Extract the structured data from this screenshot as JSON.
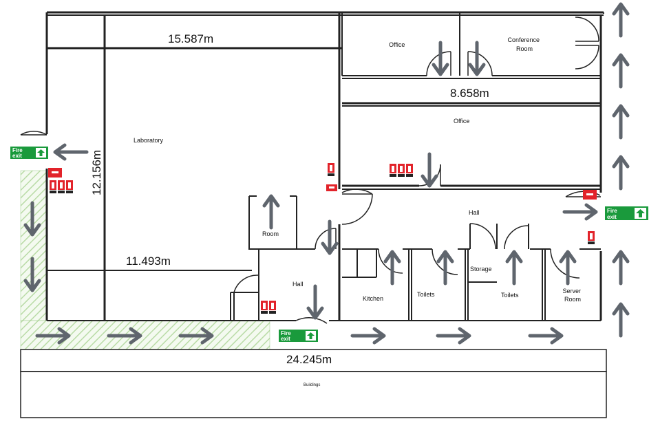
{
  "rooms": {
    "office_top": "Office",
    "conference": "Conference\nRoom",
    "office_mid": "Office",
    "laboratory": "Laboratory",
    "room": "Room",
    "hall_left": "Hall",
    "hall_right": "Hall",
    "kitchen": "Kitchen",
    "toilets_1": "Toilets",
    "storage": "Storage",
    "toilets_2": "Toilets",
    "server": "Server\nRoom",
    "buildings": "Buildings"
  },
  "dimensions": {
    "top_width": "15.587m",
    "right_width": "8.658m",
    "height": "12.156m",
    "bottom_width_lab": "11.493m",
    "total_width": "24.245m"
  },
  "signs": {
    "fire_exit_line1": "Fire",
    "fire_exit_line2": "exit"
  },
  "colors": {
    "wall": "#222222",
    "arrow": "#5f656d",
    "fire_exit_green": "#1a9a3c",
    "extinguisher_red": "#e2232a",
    "hatch_green": "#b9dba6"
  },
  "icons": [
    "evacuation-arrow-icon",
    "fire-exit-sign-icon",
    "fire-extinguisher-icon",
    "door-swing-icon"
  ]
}
